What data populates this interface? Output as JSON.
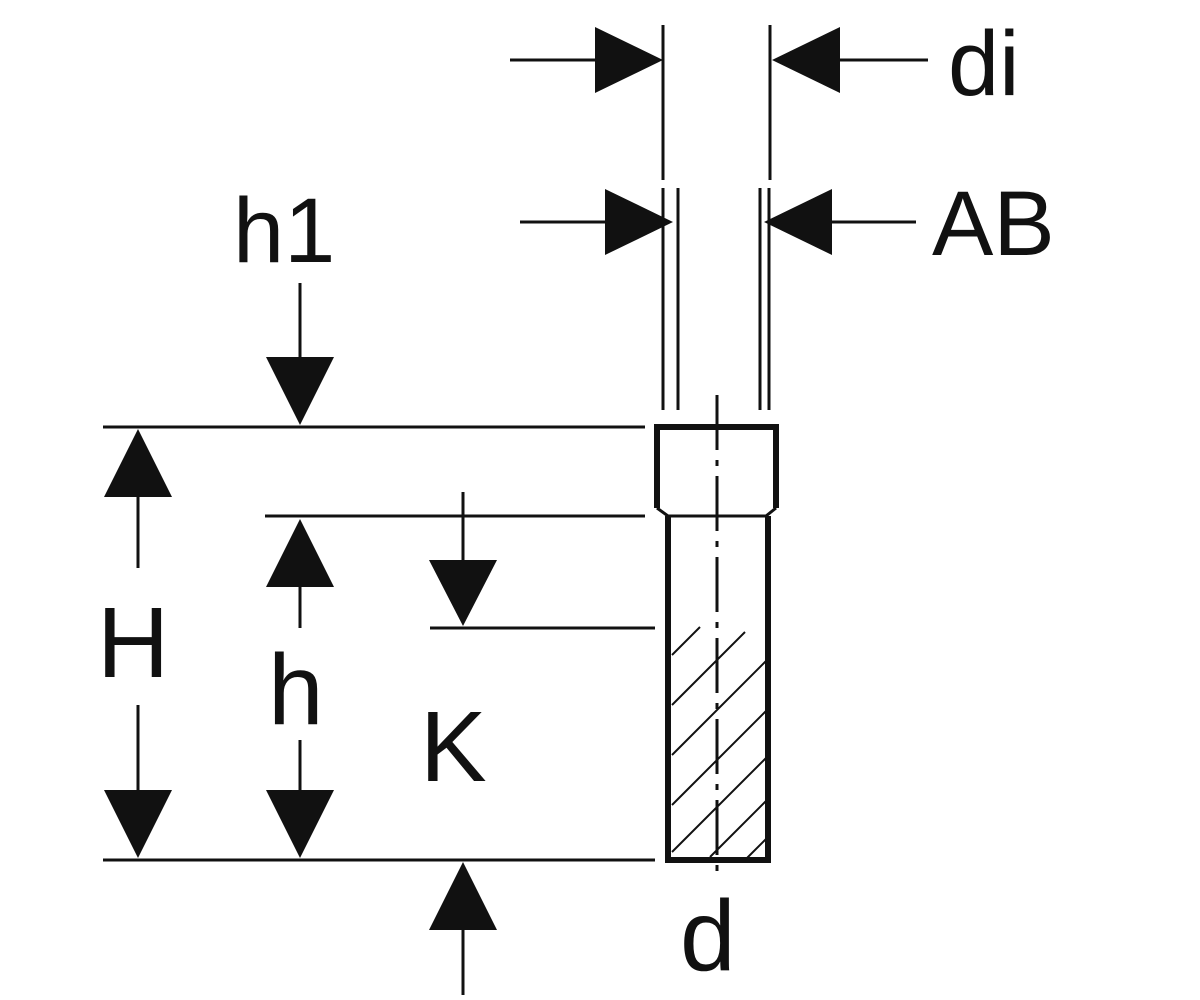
{
  "diagram": {
    "labels": {
      "di": "di",
      "ab": "AB",
      "h1": "h1",
      "H": "H",
      "h": "h",
      "K": "K",
      "d": "d"
    },
    "colors": {
      "ink": "#111111",
      "background": "#ffffff"
    }
  }
}
